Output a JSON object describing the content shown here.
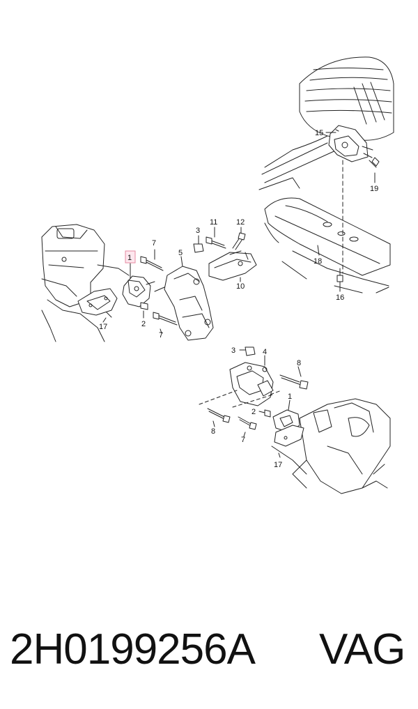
{
  "diagram": {
    "callouts": {
      "c1a": "1",
      "c2a": "2",
      "c3a": "3",
      "c5": "5",
      "c7a": "7",
      "c7b": "7",
      "c10": "10",
      "c11": "11",
      "c12": "12",
      "c15": "15",
      "c16": "16",
      "c17a": "17",
      "c18": "18",
      "c19": "19",
      "c1b": "1",
      "c2b": "2",
      "c3b": "3",
      "c4": "4",
      "c7c": "7",
      "c8a": "8",
      "c8b": "8",
      "c17b": "17"
    },
    "highlight_color": "#e68aa0",
    "line_color": "#222222"
  },
  "footer": {
    "part_number": "2H0199256A",
    "brand": "VAG"
  }
}
